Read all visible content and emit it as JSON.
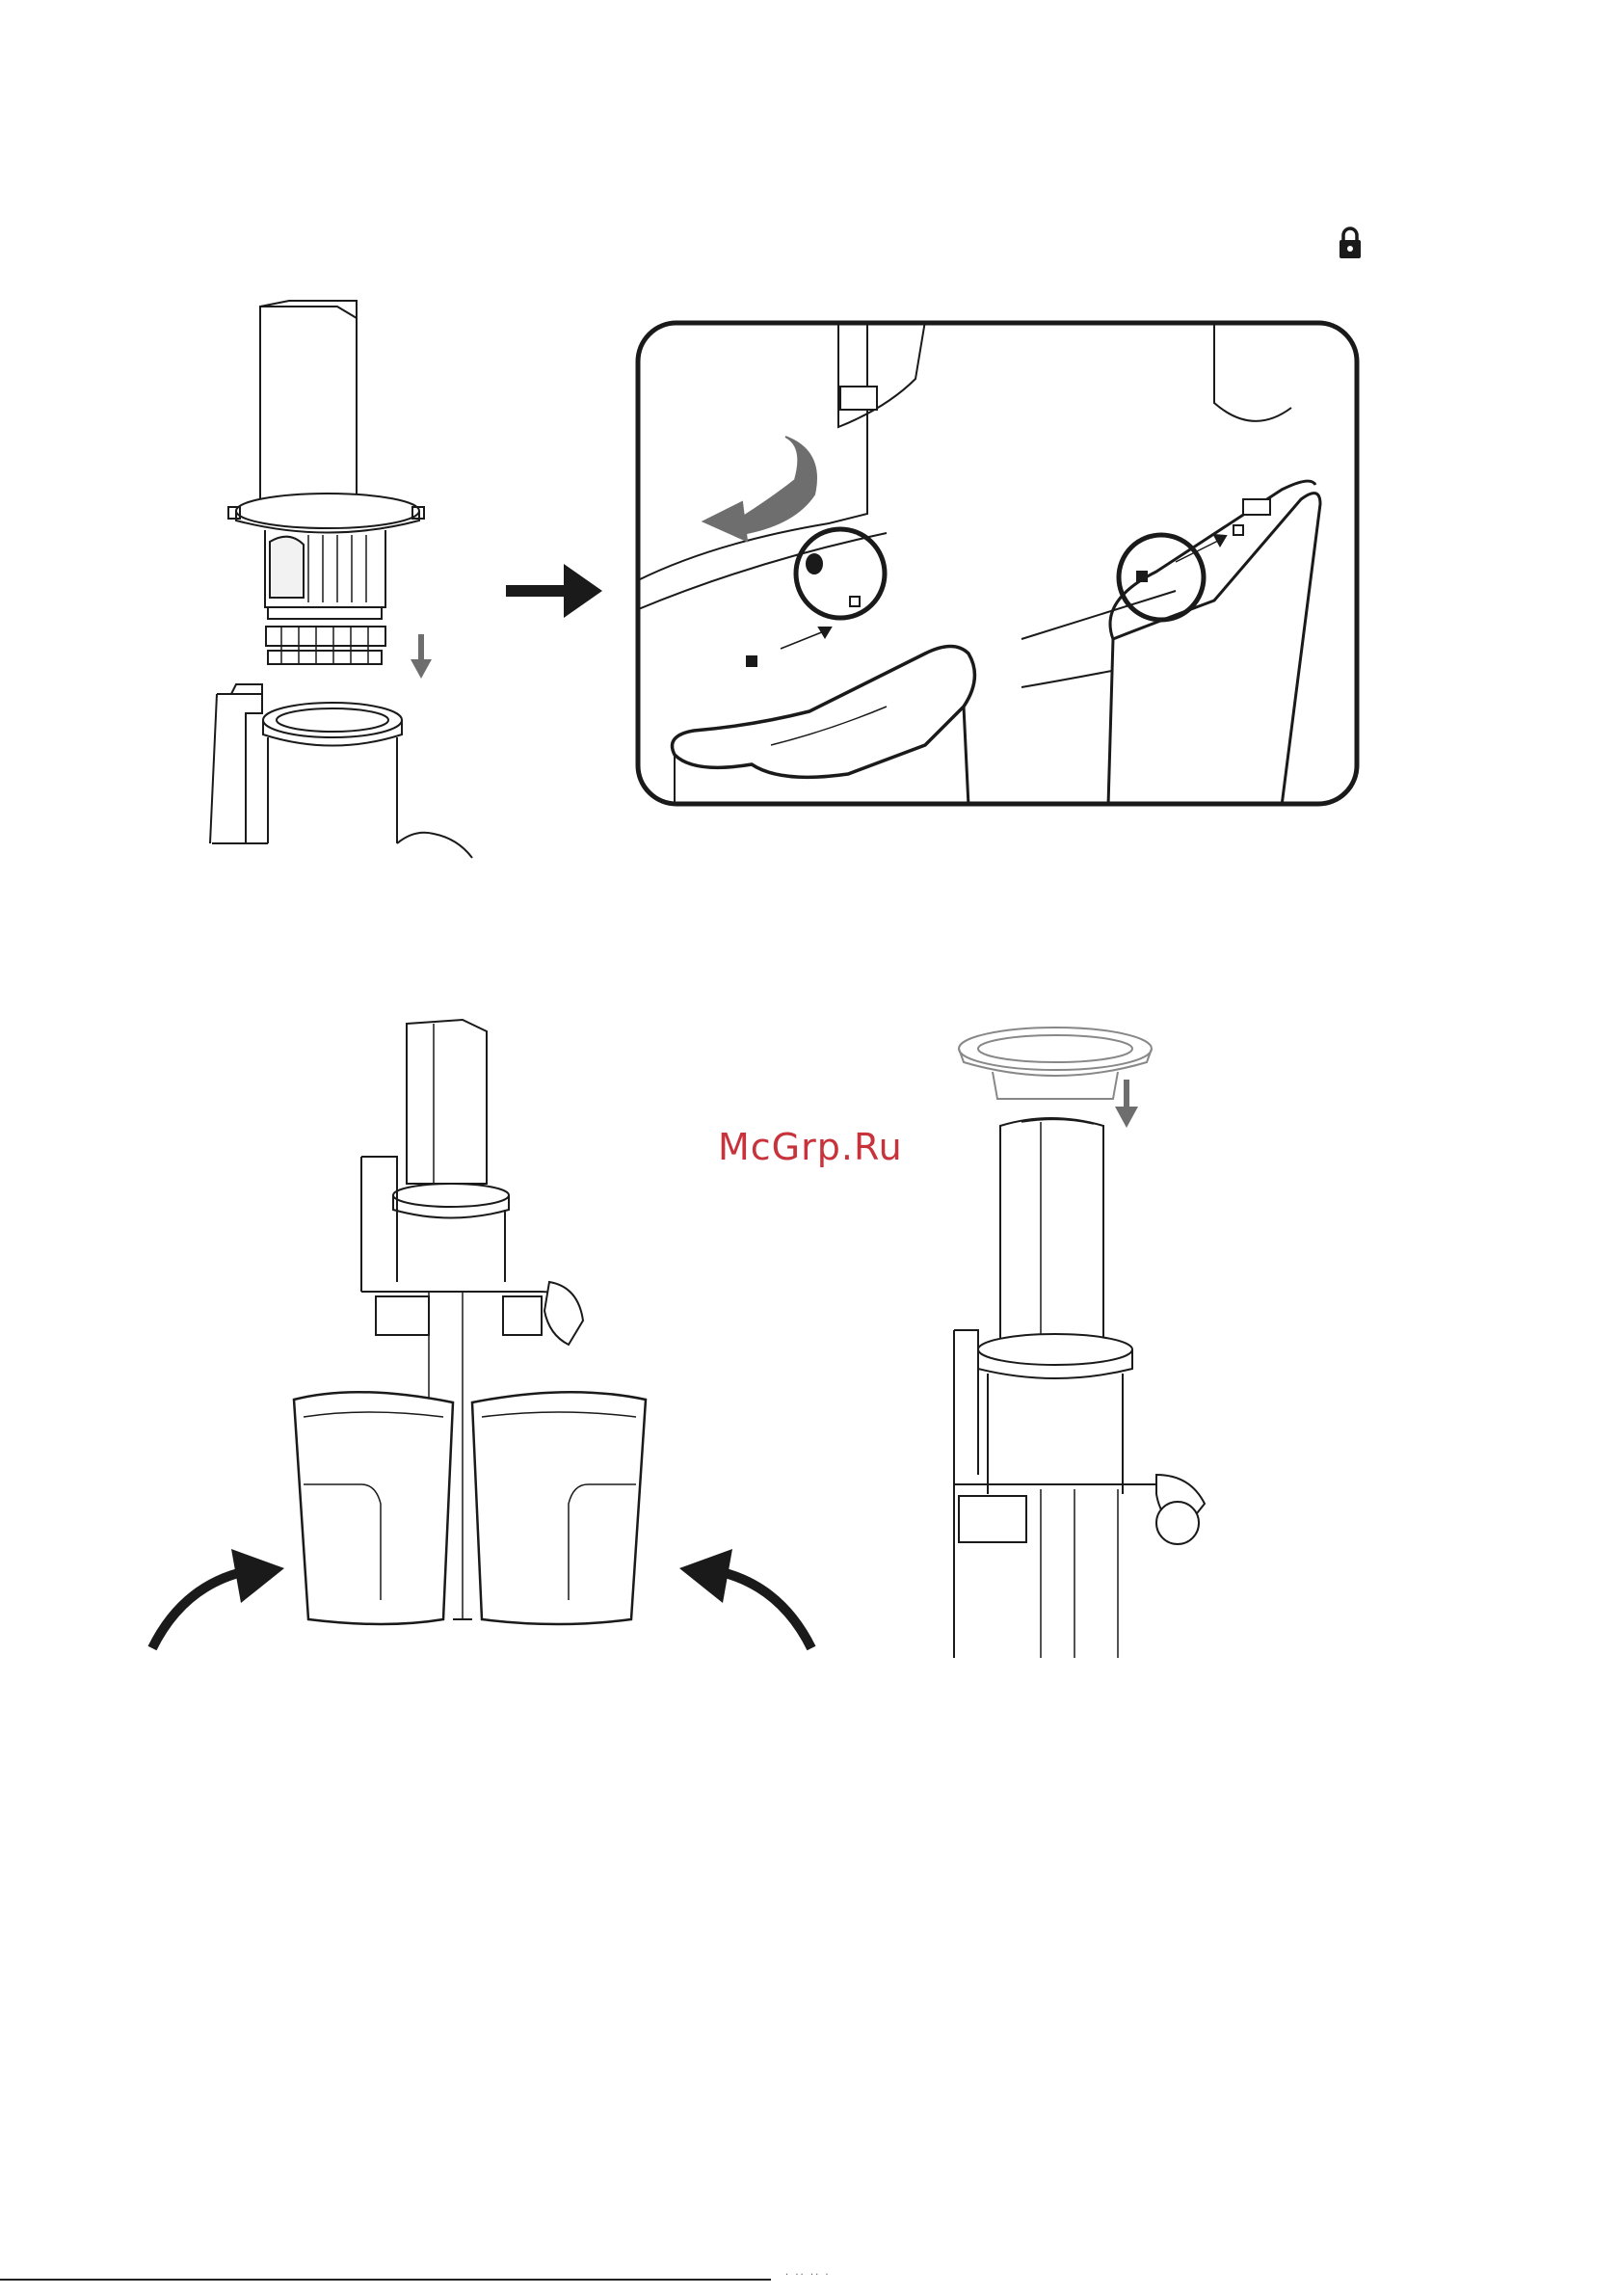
{
  "page": {
    "watermark": "McGrp.Ru",
    "lock_icon": "lock-icon",
    "footer_marks": "· ·· ·· ·"
  },
  "figures": [
    {
      "name": "juicing-screw-and-bowl-insertion",
      "icon": "down-arrow-icon"
    },
    {
      "name": "arrow-to-detail",
      "icon": "right-arrow-icon"
    },
    {
      "name": "bowl-lock-detail",
      "icons": [
        "rotate-arrow-icon",
        "unlock-icon",
        "lock-icon"
      ]
    },
    {
      "name": "place-juice-and-pulp-cups",
      "icons": [
        "curved-arrow-left-icon",
        "curved-arrow-right-icon"
      ]
    },
    {
      "name": "attach-feeding-tube-lid",
      "icon": "down-arrow-icon"
    }
  ],
  "colors": {
    "line": "#1a1a1a",
    "arrow": "#6e6e6e",
    "watermark": "#c8323a"
  }
}
